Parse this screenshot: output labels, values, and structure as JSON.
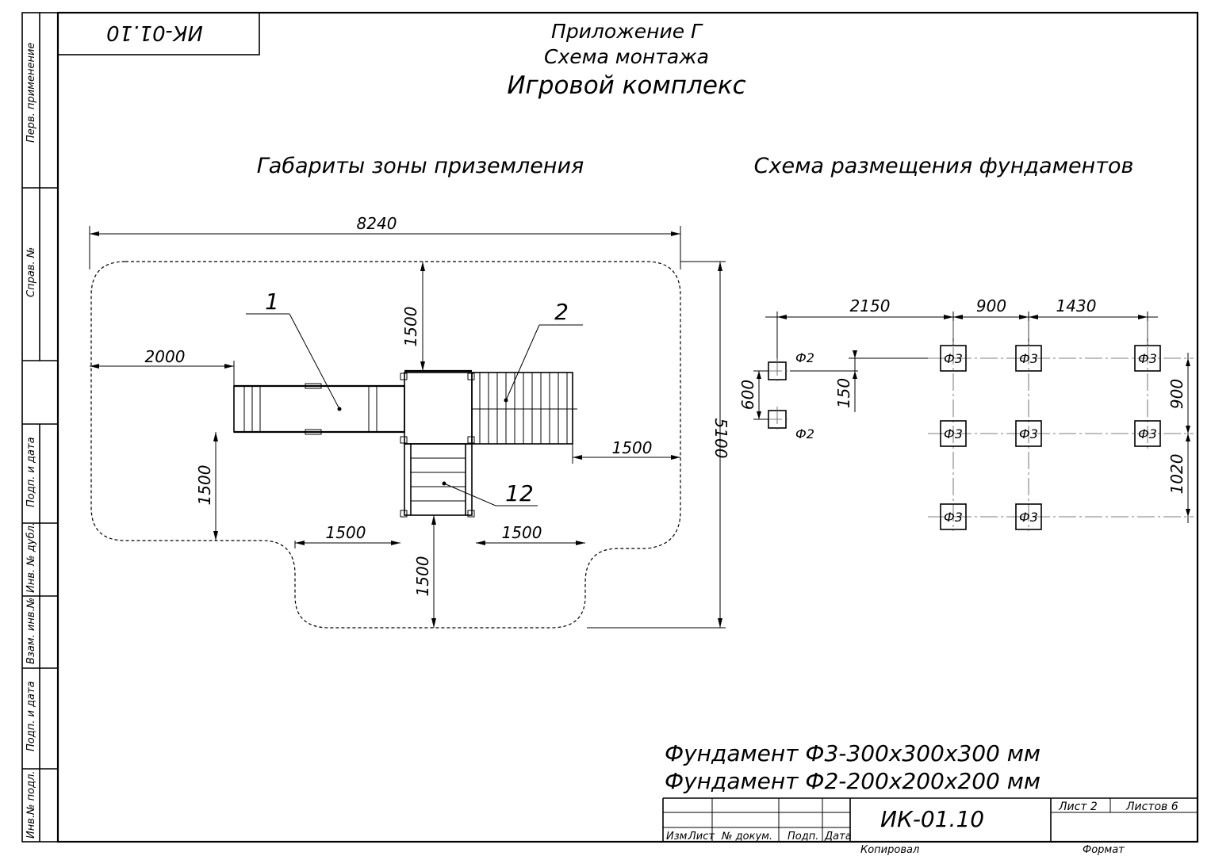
{
  "stamp_top": "ИК-01.10",
  "header": {
    "line1": "Приложение Г",
    "line2": "Схема монтажа",
    "line3": "Игровой комплекс"
  },
  "left_title": "Габариты зоны приземления",
  "right_title": "Схема размещения фундаментов",
  "landing_zone": {
    "dims": {
      "overall_width": "8240",
      "overall_height": "5100",
      "left_offset": "2000",
      "top_offset": "1500",
      "right_offset": "1500",
      "left_vertical": "1500",
      "bottom_left": "1500",
      "bottom_right": "1500",
      "bottom_vertical": "1500"
    },
    "callouts": [
      "1",
      "2",
      "12"
    ]
  },
  "foundations": {
    "dims": {
      "d1": "2150",
      "d2": "900",
      "d3": "1430",
      "small_v": "600",
      "offset_v": "150",
      "right_v1": "900",
      "right_v2": "1020"
    },
    "label_f2": "Ф2",
    "label_f3": "Ф3"
  },
  "notes": {
    "line1": "Фундамент Ф3-300х300х300 мм",
    "line2": "Фундамент Ф2-200х200х200 мм"
  },
  "left_strip": {
    "perv": "Перв. применение",
    "sprav": "Справ. №",
    "podp1": "Подп. и дата",
    "inv_dubl": "Инв. № дубл.",
    "vzam": "Взам. инв.№",
    "podp2": "Подп. и дата",
    "inv_podl": "Инв.№ подл."
  },
  "title_block": {
    "code": "ИК-01.10",
    "sheet": "Лист 2",
    "sheets": "Листов 6",
    "izm": "Изм.",
    "list": "Лист",
    "dokum": "№ докум.",
    "podp": "Подп.",
    "data": "Дата",
    "kopiroval": "Копировал",
    "format": "Формат"
  }
}
